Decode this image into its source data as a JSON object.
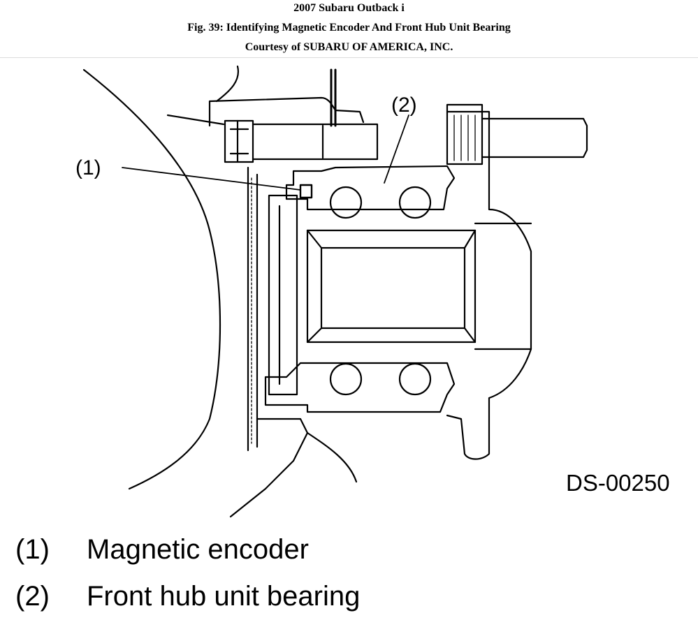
{
  "header": {
    "vehicle": "2007 Subaru Outback i",
    "figure_title": "Fig. 39: Identifying Magnetic Encoder And Front Hub Unit Bearing",
    "courtesy": "Courtesy of SUBARU OF AMERICA, INC."
  },
  "diagram": {
    "callouts": [
      "(1)",
      "(2)"
    ],
    "drawing_code": "DS-00250"
  },
  "legend": [
    {
      "number": "(1)",
      "text": "Magnetic encoder"
    },
    {
      "number": "(2)",
      "text": "Front hub unit bearing"
    }
  ]
}
